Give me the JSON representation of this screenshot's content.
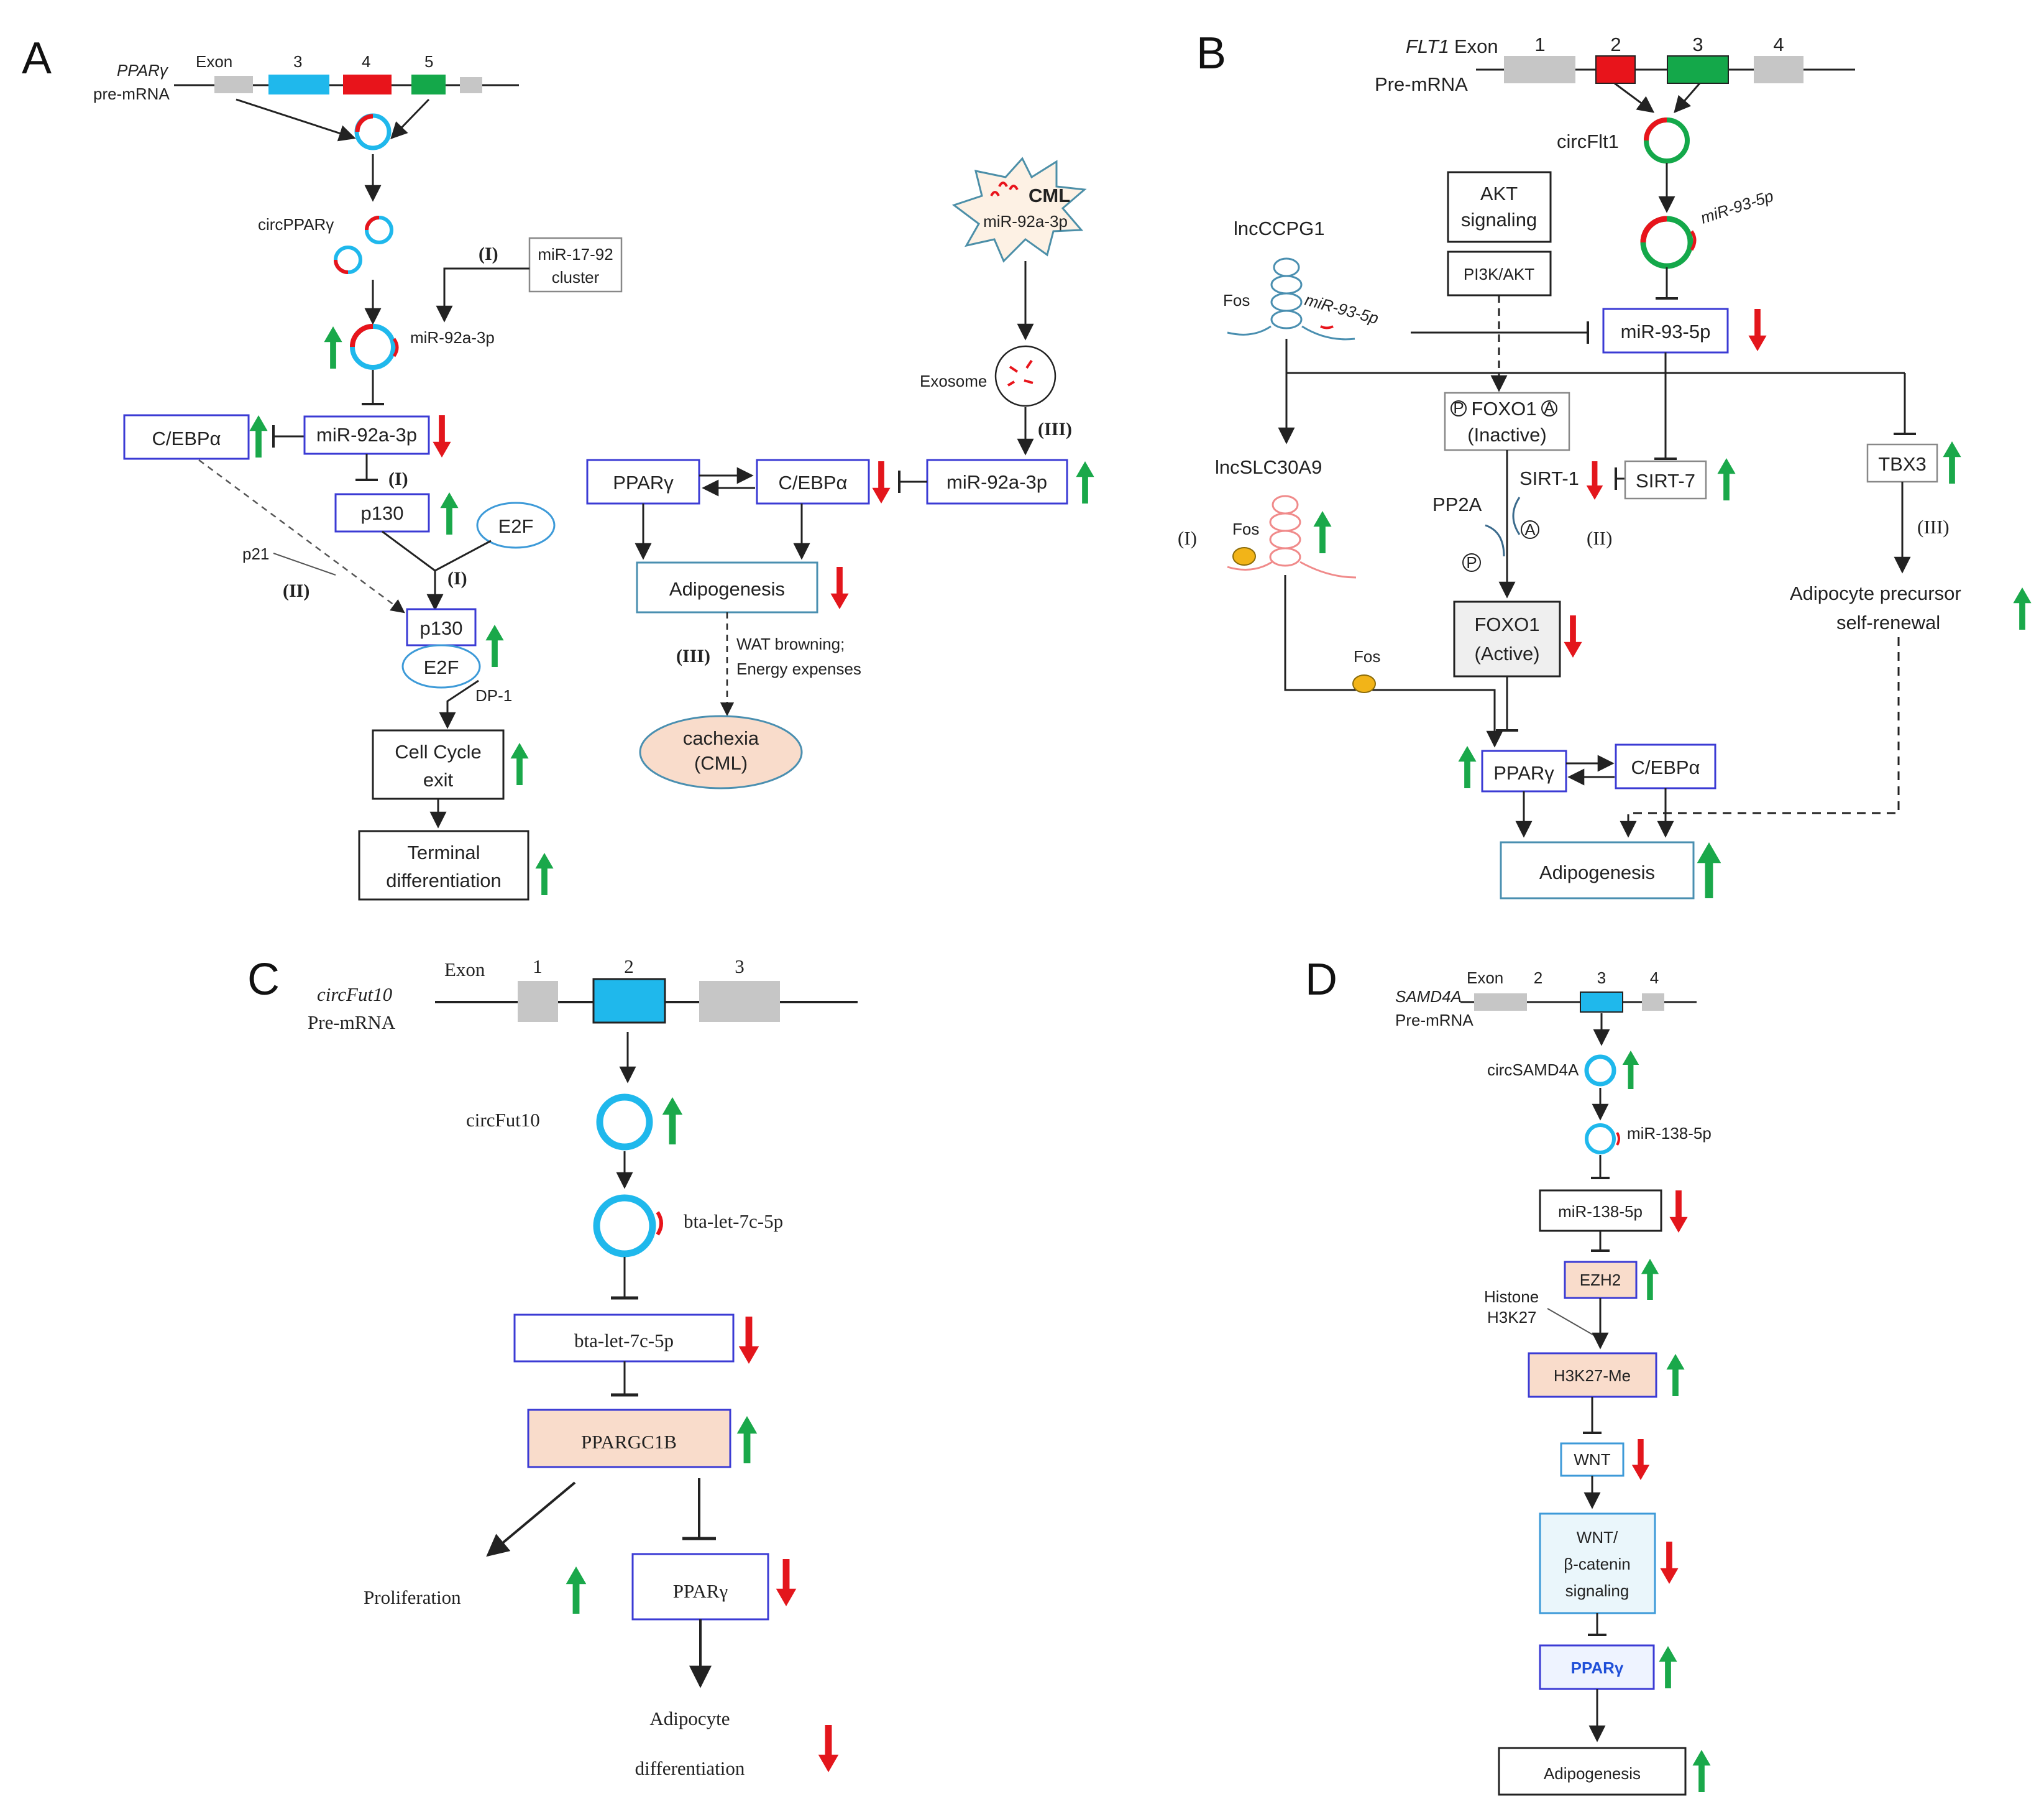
{
  "colors": {
    "up_arrow": "#1aa84a",
    "down_arrow": "#e3161c",
    "box_blue": "#3b3bd4",
    "exon_gray": "#c6c6c6",
    "exon_blue": "#1fb8ec",
    "exon_red": "#e8141b",
    "exon_green": "#14a84a",
    "peach": "#f9dccb",
    "teal_border": "#4a8fb0"
  },
  "panels": {
    "A": {
      "letter": "A",
      "gene": "PPARγ",
      "premrna": "pre-mRNA",
      "exon": "Exon",
      "exon_nums": [
        "3",
        "4",
        "5"
      ],
      "circ": "circPPARγ",
      "mir_cluster_1": "miR-17-92",
      "mir_cluster_2": "cluster",
      "mir_label": "miR-92a-3p",
      "cebpa": "C/EBPα",
      "mir_box": "miR-92a-3p",
      "p130_top": "p130",
      "e2f_top": "E2F",
      "p21": "p21",
      "p130_bot": "p130",
      "e2f_bot": "E2F",
      "dp1": "DP-1",
      "cell_cycle_1": "Cell Cycle",
      "cell_cycle_2": "exit",
      "terminal_1": "Terminal",
      "terminal_2": "differentiation",
      "roman_I": "(I)",
      "roman_II": "(II)",
      "roman_III": "(III)",
      "cml": "CML",
      "cml_mir": "miR-92a-3p",
      "exosome": "Exosome",
      "right_mir": "miR-92a-3p",
      "right_cebpa": "C/EBPα",
      "right_pparg": "PPARγ",
      "adipogenesis": "Adipogenesis",
      "wat_1": "WAT browning;",
      "wat_2": "Energy expenses",
      "cachexia_1": "cachexia",
      "cachexia_2": "(CML)"
    },
    "B": {
      "letter": "B",
      "gene": "FLT1",
      "premrna": "Pre-mRNA",
      "exon": "Exon",
      "exon_nums": [
        "1",
        "2",
        "3",
        "4"
      ],
      "circ": "circFlt1",
      "mir_label": "miR-93-5p",
      "akt_1": "AKT",
      "akt_2": "signaling",
      "pi3k": "PI3K/AKT",
      "lnc_ccpg1": "lncCCPG1",
      "fos": "Fos",
      "lnc_mir": "miR-93-5p",
      "mir_box": "miR-93-5p",
      "foxo1_in_1": "FOXO1",
      "foxo1_in_2": "(Inactive)",
      "p_mark": "P",
      "a_mark": "A",
      "lnc_slc": "lncSLC30A9",
      "sirt1": "SIRT-1",
      "sirt7": "SIRT-7",
      "tbx3": "TBX3",
      "pp2a": "PP2A",
      "roman_I": "(I)",
      "roman_II": "(II)",
      "roman_III": "(III)",
      "adipo_prec_1": "Adipocyte precursor",
      "adipo_prec_2": "self-renewal",
      "fos_slc": "Fos",
      "fos_path": "Fos",
      "foxo1_act_1": "FOXO1",
      "foxo1_act_2": "(Active)",
      "pparg": "PPARγ",
      "cebpa": "C/EBPα",
      "adipogenesis": "Adipogenesis"
    },
    "C": {
      "letter": "C",
      "gene": "circFut10",
      "premrna": "Pre-mRNA",
      "exon": "Exon",
      "exon_nums": [
        "1",
        "2",
        "3"
      ],
      "circ": "circFut10",
      "mir_label": "bta-let-7c-5p",
      "mir_box": "bta-let-7c-5p",
      "ppargc1b": "PPARGC1B",
      "proliferation": "Proliferation",
      "pparg": "PPARγ",
      "adipo_1": "Adipocyte",
      "adipo_2": "differentiation"
    },
    "D": {
      "letter": "D",
      "gene": "SAMD4A",
      "premrna": "Pre-mRNA",
      "exon": "Exon",
      "exon_nums": [
        "2",
        "3",
        "4"
      ],
      "circ": "circSAMD4A",
      "mir_label": "miR-138-5p",
      "mir_box": "miR-138-5p",
      "ezh2": "EZH2",
      "histone_1": "Histone",
      "histone_2": "H3K27",
      "h3k27me": "H3K27-Me",
      "wnt": "WNT",
      "wnt_sig_1": "WNT/",
      "wnt_sig_2": "β-catenin",
      "wnt_sig_3": "signaling",
      "pparg": "PPARγ",
      "adipogenesis": "Adipogenesis"
    }
  }
}
